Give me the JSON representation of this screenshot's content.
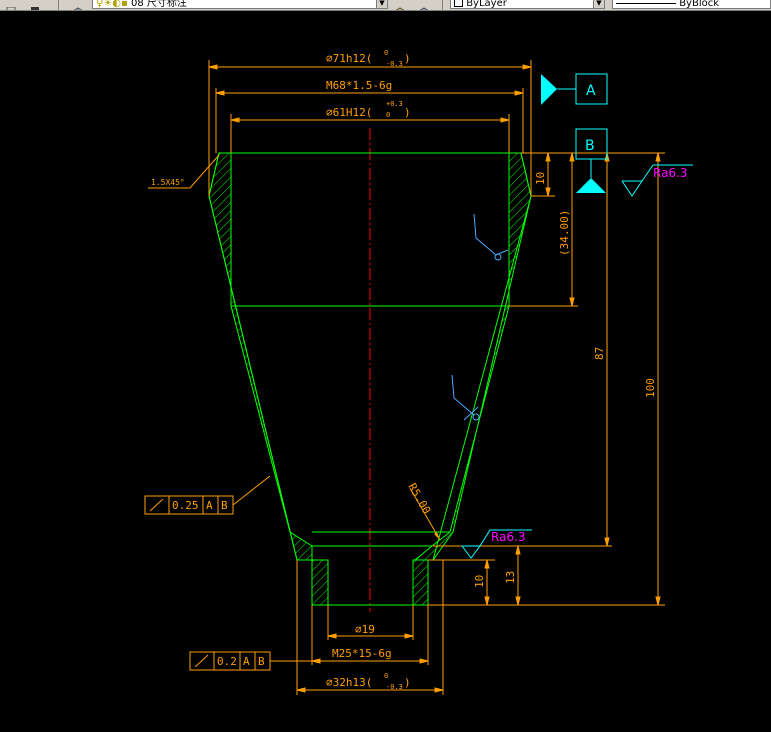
{
  "toolbar": {
    "layer_name": "08 尺寸标注",
    "color_value": "ByLayer",
    "linetype_value": "ByBlock"
  },
  "dims": {
    "d71": "⌀71h12(",
    "d71_tol_up": "0",
    "d71_tol_low": "-0.3",
    "d71_close": ")",
    "m68": "M68*1.5-6g",
    "d61": "⌀61H12(",
    "d61_tol_up": "+0.3",
    "d61_tol_low": "0",
    "d61_close": ")",
    "chamfer": "1.5X45°",
    "h10_top": "10",
    "h34": "(34.00)",
    "h87": "87",
    "h100": "100",
    "r5": "R5.00",
    "h10_bot": "10",
    "h13": "13",
    "d19": "⌀19",
    "m25": "M25*15-6g",
    "d32": "⌀32h13(",
    "d32_tol_up": "0",
    "d32_tol_low": "-0.3",
    "d32_close": ")"
  },
  "roughness": {
    "top": "Ra6.3",
    "bottom": "Ra6.3"
  },
  "datums": {
    "a": "A",
    "b": "B"
  },
  "gdt": {
    "upper": {
      "tolerance": "0.25",
      "ref1": "A",
      "ref2": "B"
    },
    "lower": {
      "tolerance": "0.2",
      "ref1": "A",
      "ref2": "B"
    }
  },
  "colors": {
    "background": "#000000",
    "outline": "#00ff00",
    "dimension": "#ff9e00",
    "centerline": "#ff0000",
    "datum": "#00ffff",
    "roughness_text": "#ff00ff",
    "symbol": "#4aa8ff"
  }
}
